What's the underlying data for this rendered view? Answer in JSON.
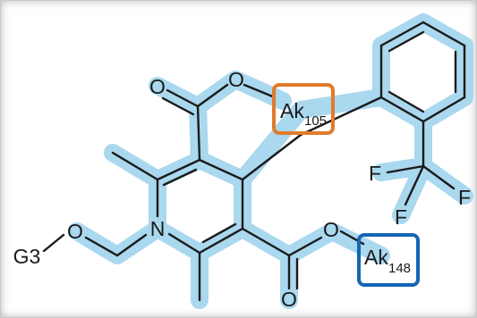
{
  "colors": {
    "highlight": "#a9d8ef",
    "bond": "#1a1a1a",
    "box_orange": "#e07b2b",
    "box_blue": "#1565b4"
  },
  "atoms": {
    "o_carbonyl_top": "O",
    "o_ester_top": "O",
    "ak_top": "Ak",
    "ak_top_sub": "105",
    "f1": "F",
    "f2": "F",
    "f3": "F",
    "g3": "G3",
    "o_ether": "O",
    "n": "N",
    "o_ester_bottom": "O",
    "ak_bottom": "Ak",
    "ak_bottom_sub": "148",
    "o_carbonyl_bottom": "O"
  }
}
